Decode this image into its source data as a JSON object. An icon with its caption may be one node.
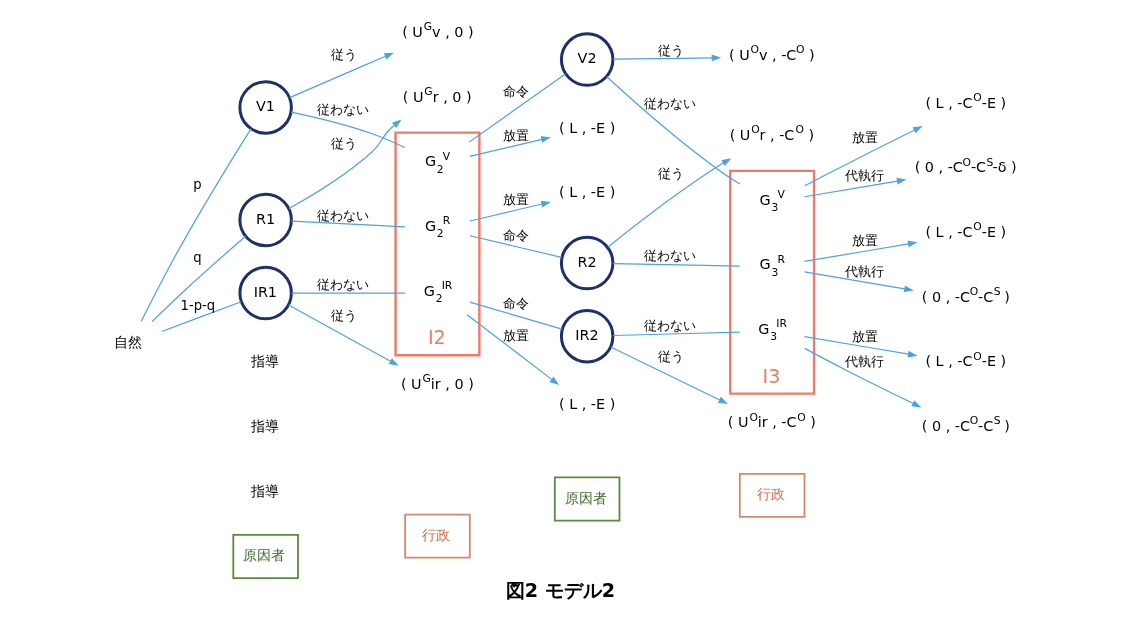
{
  "diagram": {
    "caption": "図2 モデル2",
    "nodes": [
      {
        "text": [
          "原因者"
        ]
      },
      {
        "text": [
          "行政"
        ]
      },
      {
        "text": [
          "原因者"
        ]
      },
      {
        "text": [
          "行政"
        ]
      },
      {
        "text": [
          "自然"
        ]
      },
      {
        "text": [
          "I2"
        ]
      },
      {
        "text": [
          "I3"
        ]
      },
      {
        "text": [
          "V1"
        ]
      },
      {
        "text": [
          "R1"
        ]
      },
      {
        "text": [
          "IR1"
        ]
      },
      {
        "text": [
          "( U$^{G}$v , 0 )"
        ]
      },
      {
        "text": [
          "( U$^{G}$r , 0 )"
        ]
      },
      {
        "text": [
          "( U$^{G}$ir , 0 )"
        ]
      },
      {
        "text": [
          "G$_{2}$$^{V}$"
        ],
        "in": 5
      },
      {
        "text": [
          "G$_{2}$$^{R}$"
        ],
        "in": 5
      },
      {
        "text": [
          "G$_{2}$$^{IR}$"
        ],
        "in": 5
      },
      {
        "text": [
          "( L , -E )"
        ]
      },
      {
        "text": [
          "( L , -E )"
        ]
      },
      {
        "text": [
          "( L , -E )"
        ]
      },
      {
        "text": [
          "V2"
        ]
      },
      {
        "text": [
          "R2"
        ]
      },
      {
        "text": [
          "IR2"
        ]
      },
      {
        "text": [
          "( U$^{O}$v , -C$^{O}$ )"
        ]
      },
      {
        "text": [
          "( U$^{O}$r , -C$^{O}$ )"
        ]
      },
      {
        "text": [
          "( U$^{O}$ir , -C$^{O}$ )"
        ]
      },
      {
        "text": [
          "G$_{3}$$^{V}$"
        ],
        "in": 6
      },
      {
        "text": [
          "G$_{3}$$^{R}$"
        ],
        "in": 6
      },
      {
        "text": [
          "G$_{3}$$^{IR}$"
        ],
        "in": 6
      },
      {
        "text": [
          "( L , -C$^{O}$-E )"
        ]
      },
      {
        "text": [
          "( 0 , -C$^{O}$-C$^{S}$-δ )"
        ]
      },
      {
        "text": [
          "( L , -C$^{O}$-E )"
        ]
      },
      {
        "text": [
          "( 0 , -C$^{O}$-C$^{S}$ )"
        ]
      },
      {
        "text": [
          "( L , -C$^{O}$-E )"
        ]
      },
      {
        "text": [
          "( 0 , -C$^{O}$-C$^{S}$ )"
        ]
      }
    ],
    "edges": [
      {
        "from": 4,
        "to": 7,
        "arrow": "none",
        "label": "p"
      },
      {
        "from": 4,
        "to": 8,
        "arrow": "none",
        "label": "q"
      },
      {
        "from": 4,
        "to": 9,
        "arrow": "none",
        "label": "1-p-q"
      },
      {
        "from": 7,
        "to": 10,
        "arrow": "to",
        "label": "従う"
      },
      {
        "from": 7,
        "to": 13,
        "arrow": "none",
        "label": "従わない"
      },
      {
        "from": 8,
        "to": 11,
        "arrow": "to",
        "label": "従う"
      },
      {
        "from": 8,
        "to": 14,
        "arrow": "none",
        "label": "従わない"
      },
      {
        "from": 9,
        "to": 15,
        "arrow": "none",
        "label": "従わない"
      },
      {
        "from": 9,
        "to": 12,
        "arrow": "to",
        "label": "従う"
      },
      {
        "from": 13,
        "to": 16,
        "arrow": "to",
        "label": "放置"
      },
      {
        "from": 13,
        "to": 19,
        "arrow": "none",
        "label": "命令"
      },
      {
        "from": 14,
        "to": 17,
        "arrow": "to",
        "label": "放置"
      },
      {
        "from": 14,
        "to": 20,
        "arrow": "none",
        "label": "命令"
      },
      {
        "from": 15,
        "to": 18,
        "arrow": "to",
        "label": "放置"
      },
      {
        "from": 15,
        "to": 21,
        "arrow": "none",
        "label": "命令"
      },
      {
        "from": 19,
        "to": 22,
        "arrow": "to",
        "label": "従う"
      },
      {
        "from": 19,
        "to": 25,
        "arrow": "none",
        "label": "従わない"
      },
      {
        "from": 20,
        "to": 23,
        "arrow": "to",
        "label": "従う"
      },
      {
        "from": 20,
        "to": 26,
        "arrow": "none",
        "label": "従わない"
      },
      {
        "from": 21,
        "to": 24,
        "arrow": "to",
        "label": "従う"
      },
      {
        "from": 21,
        "to": 27,
        "arrow": "none",
        "label": "従わない"
      },
      {
        "from": 25,
        "to": 28,
        "arrow": "to",
        "label": "放置"
      },
      {
        "from": 25,
        "to": 29,
        "arrow": "to",
        "label": "代執行"
      },
      {
        "from": 26,
        "to": 30,
        "arrow": "to",
        "label": "放置"
      },
      {
        "from": 26,
        "to": 31,
        "arrow": "to",
        "label": "代執行"
      },
      {
        "from": 27,
        "to": 32,
        "arrow": "to",
        "label": "放置"
      },
      {
        "from": 27,
        "to": 33,
        "arrow": "to",
        "label": "代執行"
      }
    ],
    "labels": [
      "指導",
      "指導",
      "指導"
    ]
  }
}
